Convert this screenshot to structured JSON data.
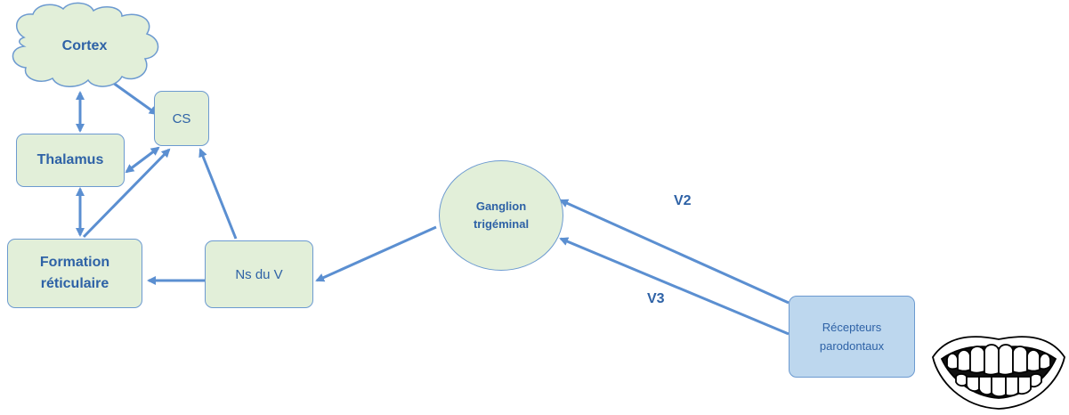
{
  "nodes": {
    "cortex": "Cortex",
    "cs": "CS",
    "thalamus": "Thalamus",
    "formation_line1": "Formation",
    "formation_line2": "réticulaire",
    "ns_du_v": "Ns du V",
    "ganglion_line1": "Ganglion",
    "ganglion_line2": "trigéminal",
    "recepteurs_line1": "Récepteurs",
    "recepteurs_line2": "parodontaux"
  },
  "edge_labels": {
    "v2": "V2",
    "v3": "V3"
  },
  "colors": {
    "arrow": "#5b8fd1",
    "node_fill": "#e2efd9",
    "node_border": "#6c9ad0",
    "receptor_fill": "#bdd7ee",
    "text": "#2e62a6"
  },
  "icons": [
    "teeth-smile-icon"
  ]
}
